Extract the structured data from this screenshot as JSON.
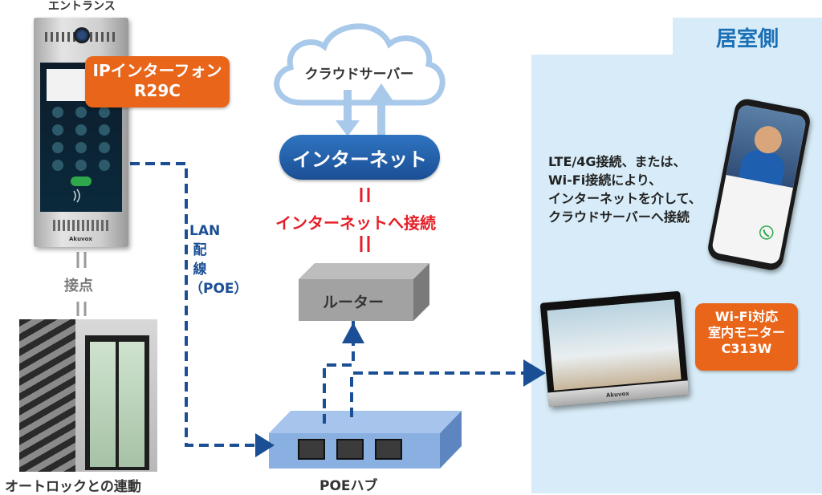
{
  "entrance_label": "エントランス",
  "room_side_label": "居室側",
  "intercom": {
    "callout": [
      "IPインターフォン",
      "R29C"
    ],
    "brand": "Akuvox"
  },
  "contact_label": "接点",
  "autolock_label": "オートロックとの連動",
  "lan_label": "LAN配線（POE）",
  "cloud_label": "クラウドサーバー",
  "internet_label": "インターネット",
  "internet_connect_label": "インターネットへ接続",
  "router_label": "ルーター",
  "hub_label": "POEハブ",
  "phone_text": [
    "LTE/4G接続、または、",
    "Wi-Fi接続により、",
    "インターネットを介して、",
    "クラウドサーバーへ接続"
  ],
  "monitor": {
    "callout": [
      "Wi-Fi対応",
      "室内モニター",
      "C313W"
    ],
    "brand": "Akuvox"
  },
  "colors": {
    "blue": "#1b4f95",
    "orange": "#e8651a",
    "red": "#e61e27",
    "panel": "#d7ecf8"
  }
}
